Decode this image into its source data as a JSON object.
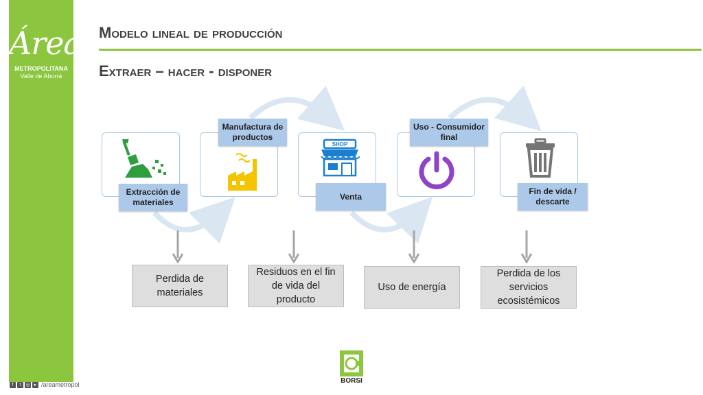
{
  "sidebar": {
    "logo_script": "Área",
    "logo_line1": "METROPOLITANA",
    "logo_line2": "Valle de Aburrá",
    "footer_handle": "/areametropol"
  },
  "header": {
    "title": "Modelo lineal de producción",
    "subtitle": "Extraer – hacer - disponer"
  },
  "stages": [
    {
      "label": "Extracción de materiales",
      "icon": "shovel-soil-icon"
    },
    {
      "label": "Manufactura de productos",
      "icon": "factory-icon"
    },
    {
      "label": "Venta",
      "icon": "shop-icon"
    },
    {
      "label": "Uso - Consumidor final",
      "icon": "power-icon"
    },
    {
      "label": "Fin de vida / descarte",
      "icon": "trash-can-icon"
    }
  ],
  "impacts": [
    {
      "text": "Perdida de materiales"
    },
    {
      "text": "Residuos en el fin de vida del producto"
    },
    {
      "text": "Uso de energía"
    },
    {
      "text": "Perdida de los servicios ecosistémicos"
    }
  ],
  "brand": {
    "borsi_label": "BORSI"
  },
  "colors": {
    "accent_green": "#8cc63f",
    "label_blue": "#adc9e9",
    "card_border": "#a9c6e8",
    "arc_blue": "#dbe6f3",
    "power_purple": "#8e44c4",
    "shop_blue": "#1a7fd1",
    "factory_yellow": "#f2c500",
    "impact_gray": "#dedede"
  }
}
